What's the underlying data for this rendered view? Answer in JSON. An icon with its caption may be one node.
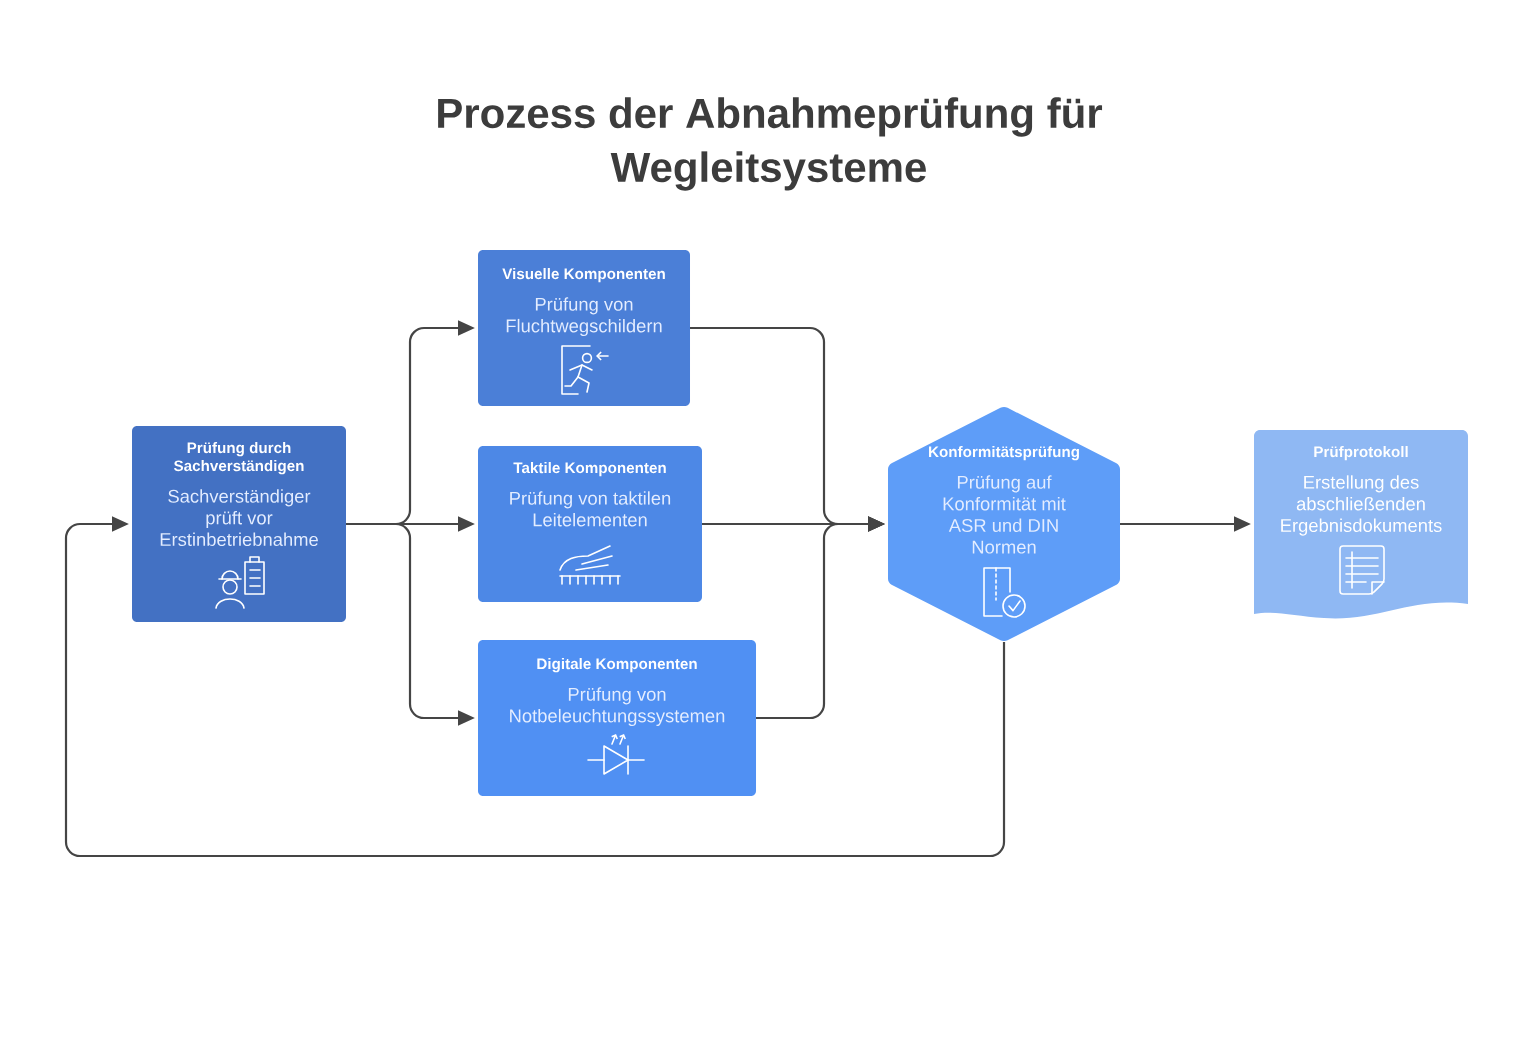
{
  "diagram": {
    "title": "Prozess der Abnahmeprüfung für Wegleitsysteme",
    "nodes": [
      {
        "text": [
          "Prüfung durch Sachverständigen",
          "Sachverständiger prüft vor Erstinbetriebnahme"
        ]
      },
      {
        "text": [
          "Visuelle Komponenten",
          "Prüfung von Fluchtwegschildern"
        ]
      },
      {
        "text": [
          "Taktile Komponenten",
          "Prüfung von taktilen Leitelementen"
        ]
      },
      {
        "text": [
          "Digitale Komponenten",
          "Prüfung von Notbeleuchtungssystemen"
        ]
      },
      {
        "text": [
          "Konformitätsprüfung",
          "Prüfung auf Konformität mit ASR und DIN Normen"
        ]
      },
      {
        "text": [
          "Prüfprotokoll",
          "Erstellung des abschließenden Ergebnisdokuments"
        ]
      }
    ],
    "edges": [
      {
        "from": 0,
        "to": 1,
        "arrow": "to"
      },
      {
        "from": 0,
        "to": 2,
        "arrow": "to"
      },
      {
        "from": 0,
        "to": 3,
        "arrow": "to"
      },
      {
        "from": 1,
        "to": 4,
        "arrow": "to"
      },
      {
        "from": 2,
        "to": 4,
        "arrow": "to"
      },
      {
        "from": 3,
        "to": 4,
        "arrow": "to"
      },
      {
        "from": 4,
        "to": 5,
        "arrow": "to"
      },
      {
        "from": 4,
        "to": 0,
        "arrow": "to"
      }
    ]
  }
}
